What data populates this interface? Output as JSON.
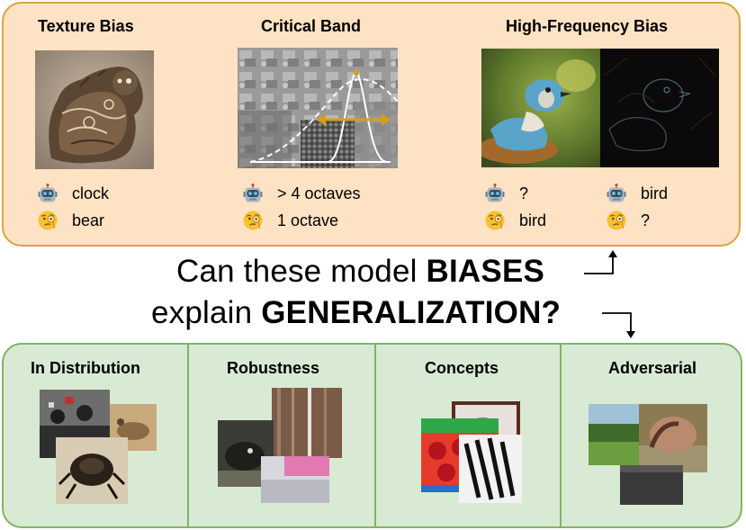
{
  "top": {
    "texture": {
      "title": "Texture Bias",
      "model_label": "clock",
      "human_label": "bear"
    },
    "critical": {
      "title": "Critical Band",
      "model_label": "> 4 octaves",
      "human_label": "1 octave"
    },
    "highfreq": {
      "title": "High-Frequency Bias",
      "left_model_label": "?",
      "left_human_label": "bird",
      "right_model_label": "bird",
      "right_human_label": "?"
    }
  },
  "question": {
    "line1_pre": "Can these model ",
    "line1_bold": "BIASES",
    "line2_pre": "explain ",
    "line2_bold": "GENERALIZATION?"
  },
  "bottom": {
    "categories": [
      {
        "title": "In Distribution"
      },
      {
        "title": "Robustness"
      },
      {
        "title": "Concepts"
      },
      {
        "title": "Adversarial"
      }
    ]
  },
  "icons": {
    "model": "robot-icon",
    "human": "monocle-face-icon"
  },
  "colors": {
    "top_fill": "#fde2c3",
    "top_border": "#d9a441",
    "bottom_fill": "#d8ead3",
    "bottom_border": "#82b366",
    "band_arrow": "#d4a017"
  }
}
